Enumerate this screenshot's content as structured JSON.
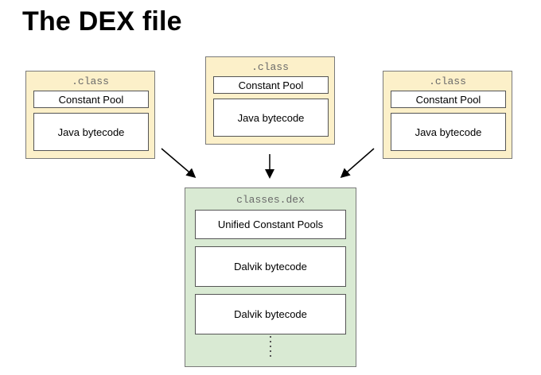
{
  "title": "The DEX file",
  "class_files": [
    {
      "label": ".class",
      "pool": "Constant Pool",
      "code": "Java bytecode"
    },
    {
      "label": ".class",
      "pool": "Constant Pool",
      "code": "Java bytecode"
    },
    {
      "label": ".class",
      "pool": "Constant Pool",
      "code": "Java bytecode"
    }
  ],
  "dex": {
    "label": "classes.dex",
    "pools": "Unified Constant Pools",
    "code_1": "Dalvik bytecode",
    "code_2": "Dalvik bytecode"
  },
  "colors": {
    "class_fill": "#fcf0c9",
    "dex_fill": "#d9ead3"
  }
}
